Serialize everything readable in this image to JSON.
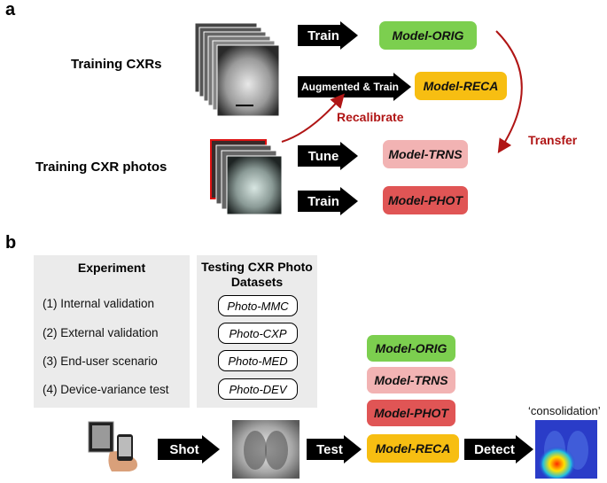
{
  "panel_a": {
    "letter": "a",
    "training_cxrs": "Training CXRs",
    "training_photos": "Training CXR photos",
    "arrows": {
      "train1": "Train",
      "augmented": "Augmented & Train",
      "tune": "Tune",
      "train2": "Train"
    },
    "models": {
      "orig": "Model-ORIG",
      "reca": "Model-RECA",
      "trns": "Model-TRNS",
      "phot": "Model-PHOT"
    },
    "recalibrate": "Recalibrate",
    "transfer": "Transfer"
  },
  "panel_b": {
    "letter": "b",
    "experiment_header": "Experiment",
    "experiments": [
      "(1) Internal validation",
      "(2) External validation",
      "(3) End-user scenario",
      "(4) Device-variance test"
    ],
    "datasets_header": "Testing CXR Photo Datasets",
    "datasets": [
      "Photo-MMC",
      "Photo-CXP",
      "Photo-MED",
      "Photo-DEV"
    ],
    "arrows": {
      "shot": "Shot",
      "test": "Test",
      "detect": "Detect"
    },
    "models": [
      "Model-ORIG",
      "Model-TRNS",
      "Model-PHOT",
      "Model-RECA"
    ],
    "finding_label": "‘consolidation’"
  },
  "colors": {
    "orig": "#7ccf4f",
    "reca": "#f7be12",
    "trns": "#f2b3b3",
    "phot": "#e05555",
    "accent_red": "#b01515",
    "gray_box": "#ebebeb"
  }
}
